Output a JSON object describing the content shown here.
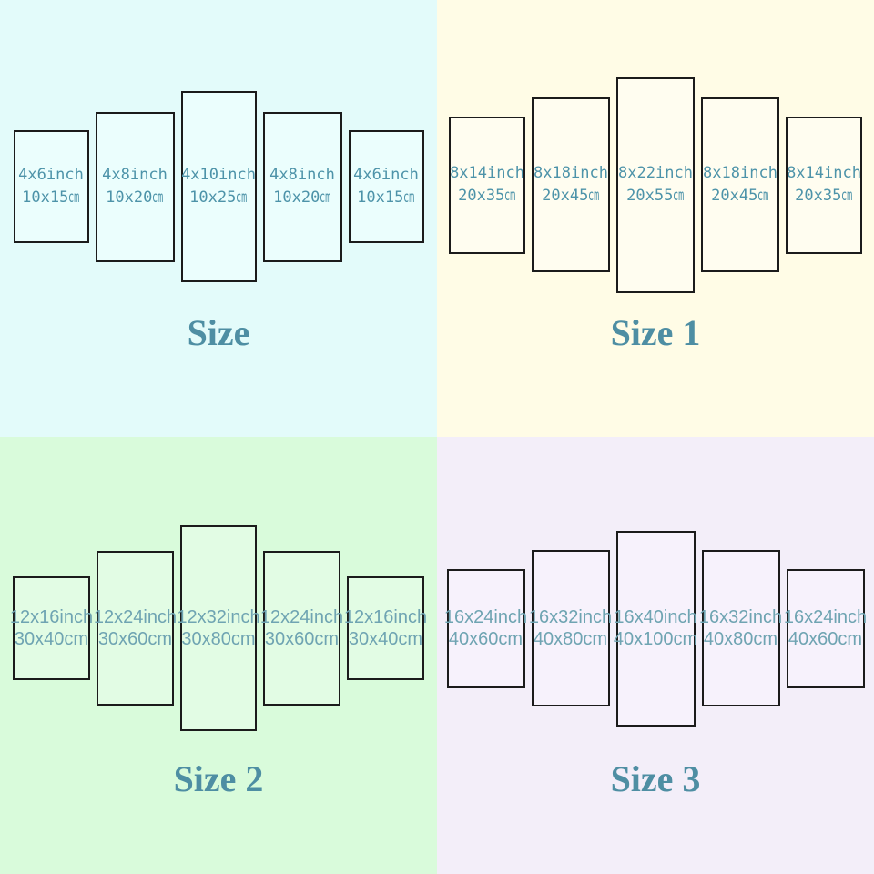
{
  "quadrants": [
    {
      "title": "Size",
      "bg": "#e3fbfa",
      "panel_bg": "#ebfefd",
      "border_color": "#1b1b1b",
      "label_color": "#4d93a9",
      "title_color": "#4e8ea3",
      "panels": [
        {
          "inch": "4x6inch",
          "cm": "10x15",
          "unit": "cm"
        },
        {
          "inch": "4x8inch",
          "cm": "10x20",
          "unit": "cm"
        },
        {
          "inch": "4x10inch",
          "cm": "10x25",
          "unit": "cm"
        },
        {
          "inch": "4x8inch",
          "cm": "10x20",
          "unit": "cm"
        },
        {
          "inch": "4x6inch",
          "cm": "10x15",
          "unit": "cm"
        }
      ]
    },
    {
      "title": "Size 1",
      "bg": "#fffce6",
      "panel_bg": "#fffdf0",
      "border_color": "#1b1b1b",
      "label_color": "#4d93a9",
      "title_color": "#4e8ea3",
      "panels": [
        {
          "inch": "8x14inch",
          "cm": "20x35",
          "unit": "cm"
        },
        {
          "inch": "8x18inch",
          "cm": "20x45",
          "unit": "cm"
        },
        {
          "inch": "8x22inch",
          "cm": "20x55",
          "unit": "cm"
        },
        {
          "inch": "8x18inch",
          "cm": "20x45",
          "unit": "cm"
        },
        {
          "inch": "8x14inch",
          "cm": "20x35",
          "unit": "cm"
        }
      ]
    },
    {
      "title": "Size 2",
      "bg": "#d9fbdb",
      "panel_bg": "#e2fce4",
      "border_color": "#1b1b1b",
      "label_color": "#6fa4b2",
      "title_color": "#4e8ea3",
      "panels": [
        {
          "inch": "12x16inch",
          "cm": "30x40",
          "unit": "cm"
        },
        {
          "inch": "12x24inch",
          "cm": "30x60",
          "unit": "cm"
        },
        {
          "inch": "12x32inch",
          "cm": "30x80",
          "unit": "cm"
        },
        {
          "inch": "12x24inch",
          "cm": "30x60",
          "unit": "cm"
        },
        {
          "inch": "12x16inch",
          "cm": "30x40",
          "unit": "cm"
        }
      ]
    },
    {
      "title": "Size 3",
      "bg": "#f3eef9",
      "panel_bg": "#f7f2fc",
      "border_color": "#1b1b1b",
      "label_color": "#6fa4b2",
      "title_color": "#4e8ea3",
      "panels": [
        {
          "inch": "16x24inch",
          "cm": "40x60",
          "unit": "cm"
        },
        {
          "inch": "16x32inch",
          "cm": "40x80",
          "unit": "cm"
        },
        {
          "inch": "16x40inch",
          "cm": "40x100",
          "unit": "cm"
        },
        {
          "inch": "16x32inch",
          "cm": "40x80",
          "unit": "cm"
        },
        {
          "inch": "16x24inch",
          "cm": "40x60",
          "unit": "cm"
        }
      ]
    }
  ]
}
